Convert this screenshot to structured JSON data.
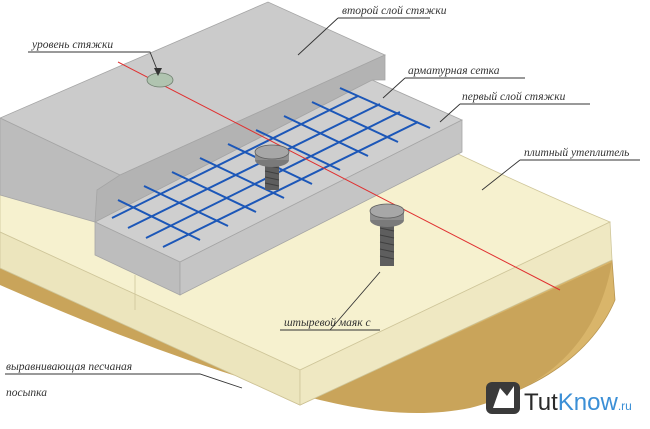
{
  "labels": {
    "second_layer": "второй слой стяжки",
    "screed_level": "уровень стяжки",
    "mesh": "арматурная сетка",
    "first_layer": "первый слой стяжки",
    "insulation": "плитный утеплитель",
    "pin_beacon": "штыревой маяк с",
    "sand_line1": "выравнивающая песчаная",
    "sand_line2": "посыпка"
  },
  "watermark": {
    "part1": "Tut",
    "part2": "Know",
    "suffix": ".ru"
  },
  "colors": {
    "screed": "#c8c8c8",
    "screed_dark": "#b3b3b3",
    "insulation": "#f6f1cf",
    "insulation_side": "#ece5bd",
    "sand": "#d9b56a",
    "mesh": "#1c57b8",
    "level_line": "#e03030",
    "bolt": "#6c6c6c",
    "accent": "#3b8fd6"
  },
  "icons": [
    "bolt-icon",
    "tutknow-logo-icon"
  ]
}
